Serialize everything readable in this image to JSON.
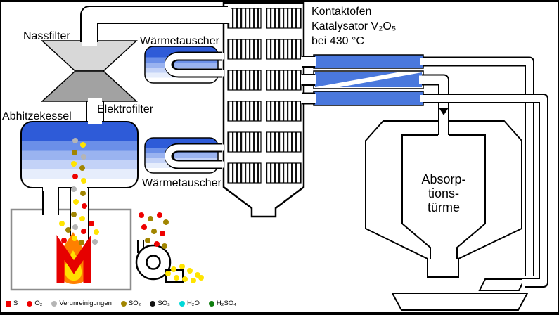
{
  "labels": {
    "nassfilter": "Nassfilter",
    "waermetauscher_top": "Wärmetauscher",
    "elektrofilter": "Elektrofilter",
    "abhitzekessel": "Abhitzekessel",
    "waermetauscher_bottom": "Wärmetauscher",
    "kontaktofen": {
      "line1": "Kontaktofen",
      "line2": "Katalysator V₂O₅",
      "line3": "bei 430 °C"
    },
    "absorptionstuerme": {
      "line1": "Absorp-",
      "line2": "tions-",
      "line3": "türme"
    }
  },
  "legend": {
    "items": [
      {
        "shape": "square",
        "color": "#ee0000",
        "label": "S"
      },
      {
        "shape": "circle",
        "color": "#ee0000",
        "label": "O₂"
      },
      {
        "shape": "circle",
        "color": "#b5b5b5",
        "label": "Verunreinigungen"
      },
      {
        "shape": "circle",
        "color": "#a18500",
        "label": "SO₂"
      },
      {
        "shape": "circle",
        "color": "#111111",
        "label": "SO₃"
      },
      {
        "shape": "circle",
        "color": "#00d8d8",
        "label": "H₂O"
      },
      {
        "shape": "circle",
        "color": "#0e7d0e",
        "label": "H₂SO₄"
      }
    ]
  },
  "colors": {
    "vessel_blue": "#2e5bd8",
    "bar_blue": "#4a78dd",
    "filter_light_gray": "#d8d8d8",
    "filter_dark_gray": "#a2a2a2",
    "flame_orange": "#ff8000",
    "flame_yellow": "#ffe000",
    "sulfur_red": "#e60000",
    "furnace_outline_gray": "#8c8c8c",
    "outline_black": "#000000"
  }
}
